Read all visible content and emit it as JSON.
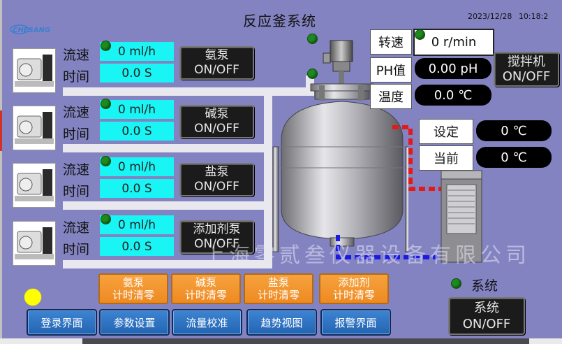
{
  "title": "反应釜系统",
  "datetime": "2023/12/28 10:18:2",
  "logo_text": "CHESANG",
  "watermark": "上海零贰叁仪器设备有限公司",
  "pumps": [
    {
      "flow_label": "流速",
      "time_label": "时间",
      "flow": "0 ml/h",
      "time": "0.0 S",
      "btn_name": "氨泵",
      "btn_state": "ON/OFF"
    },
    {
      "flow_label": "流速",
      "time_label": "时间",
      "flow": "0 ml/h",
      "time": "0.0 S",
      "btn_name": "碱泵",
      "btn_state": "ON/OFF"
    },
    {
      "flow_label": "流速",
      "time_label": "时间",
      "flow": "0 ml/h",
      "time": "0.0 S",
      "btn_name": "盐泵",
      "btn_state": "ON/OFF"
    },
    {
      "flow_label": "流速",
      "time_label": "时间",
      "flow": "0 ml/h",
      "time": "0.0 S",
      "btn_name": "添加剂泵",
      "btn_state": "ON/OFF"
    }
  ],
  "readouts": {
    "speed_label": "转速",
    "speed": "0 r/min",
    "ph_label": "PH值",
    "ph": "0.00 pH",
    "temp_label": "温度",
    "temp": "0.0 ℃"
  },
  "mixer_button": {
    "name": "搅拌机",
    "state": "ON/OFF"
  },
  "chiller": {
    "set_label": "设定",
    "set": "0 ℃",
    "current_label": "当前",
    "current": "0 ℃"
  },
  "reset_buttons": [
    {
      "line1": "氨泵",
      "line2": "计时清零"
    },
    {
      "line1": "碱泵",
      "line2": "计时清零"
    },
    {
      "line1": "盐泵",
      "line2": "计时清零"
    },
    {
      "line1": "添加剂",
      "line2": "计时清零"
    }
  ],
  "nav_buttons": [
    "登录界面",
    "参数设置",
    "流量校准",
    "趋势视图",
    "报警界面"
  ],
  "system": {
    "label": "系统",
    "btn_name": "系统",
    "btn_state": "ON/OFF"
  },
  "colors": {
    "panel": "#8383c2",
    "cyan": "#19f4f4",
    "orange": "#f29430",
    "blue_btn": "#2d74c4",
    "status_green": "#1d8a1d",
    "indicator_yellow": "#ffff00",
    "pipe_red": "#e21a1a",
    "pipe_blue": "#1a1ae2"
  }
}
